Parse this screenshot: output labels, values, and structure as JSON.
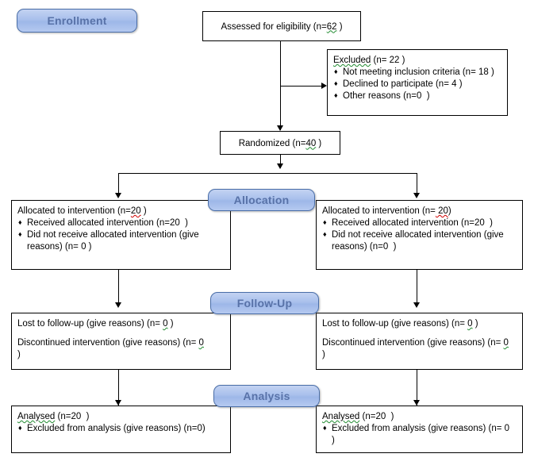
{
  "diagram": {
    "title": "CONSORT participant flow diagram",
    "accent_color": "#a9c0ec",
    "accent_border": "#4a6ea8",
    "label_text_color": "#5872a8",
    "spellcheck_red": "#d00000",
    "spellcheck_green": "#1f8a2f"
  },
  "stages": {
    "enrollment": "Enrollment",
    "allocation": "Allocation",
    "followup": "Follow-Up",
    "analysis": "Analysis"
  },
  "enrollment": {
    "assessed": {
      "prefix": "Assessed for eligibility (n=",
      "value": "62",
      "suffix": " )"
    },
    "excluded": {
      "heading_word": "Excluded",
      "heading_rest": " (n= 22 )",
      "items": [
        "Not meeting inclusion criteria (n= 18 )",
        "Declined to participate (n= 4 )",
        "Other reasons (n=0  )"
      ]
    },
    "randomized": {
      "prefix": "Randomized (n=",
      "value": "40",
      "suffix": " )"
    }
  },
  "allocation": {
    "left": {
      "heading_prefix": "Allocated to intervention (n=",
      "heading_value": "20",
      "heading_suffix": " )",
      "items": [
        "Received allocated intervention (n=20  )",
        "Did not receive allocated intervention (give reasons) (n= 0 )"
      ]
    },
    "right": {
      "heading_prefix": "Allocated to intervention (n=",
      "heading_value": " 20",
      "heading_suffix": ")",
      "items": [
        "Received allocated intervention (n=20  )",
        "Did not receive allocated intervention (give reasons) (n=0  )"
      ]
    }
  },
  "followup": {
    "left": {
      "lost_prefix": "Lost to follow-up (give reasons) (n= ",
      "lost_value": "0",
      "lost_suffix": " )",
      "disc_prefix": "Discontinued intervention (give reasons) (n= ",
      "disc_value": "0",
      "disc_suffix": "\n)"
    },
    "right": {
      "lost_prefix": "Lost to follow-up (give reasons) (n= ",
      "lost_value": "0",
      "lost_suffix": " )",
      "disc_prefix": "Discontinued intervention (give reasons) (n= ",
      "disc_value": "0",
      "disc_suffix": "\n)"
    }
  },
  "analysis": {
    "left": {
      "heading_word": "Analysed",
      "heading_rest": " (n=20  )",
      "items": [
        "Excluded from analysis (give reasons) (n=0)"
      ]
    },
    "right": {
      "heading_word": "Analysed",
      "heading_rest": " (n=20  )",
      "items": [
        "Excluded from analysis (give reasons) (n= 0\n)"
      ]
    }
  }
}
